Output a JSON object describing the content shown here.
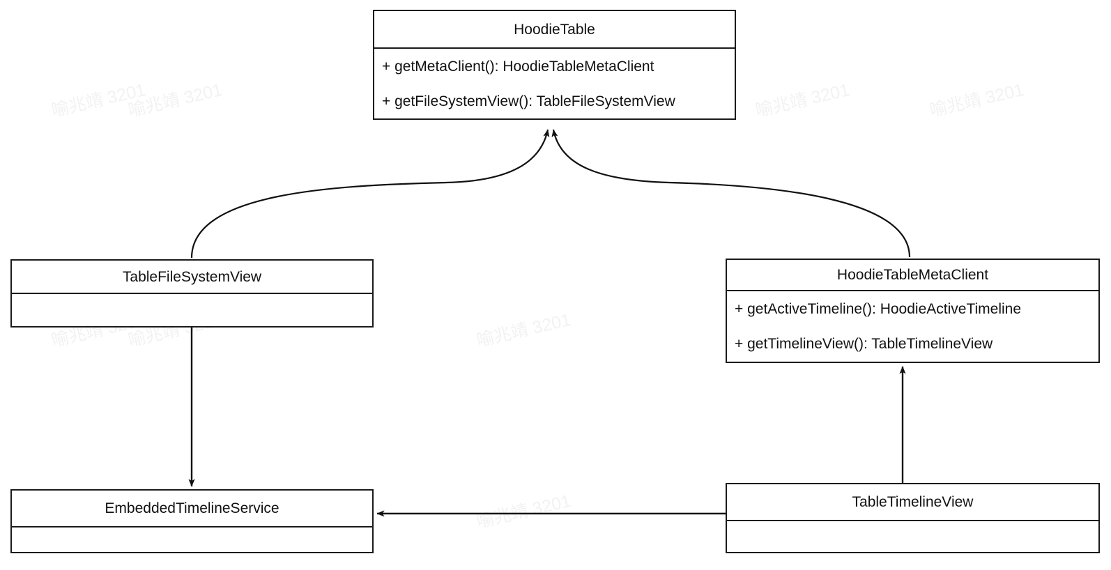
{
  "diagram": {
    "type": "uml-class-diagram",
    "background_color": "#ffffff",
    "line_color": "#1a1a1a",
    "text_color": "#111111",
    "watermark": {
      "text": "喻兆靖 3201",
      "color": "#f2f2f2"
    }
  },
  "classes": [
    {
      "id": "hoodie-table",
      "name": "HoodieTable",
      "members": [
        "+ getMetaClient(): HoodieTableMetaClient",
        "+ getFileSystemView(): TableFileSystemView"
      ]
    },
    {
      "id": "tablefilesystemview",
      "name": "TableFileSystemView",
      "members": []
    },
    {
      "id": "hoodietablemetaclient",
      "name": "HoodieTableMetaClient",
      "members": [
        "+ getActiveTimeline(): HoodieActiveTimeline",
        "+ getTimelineView(): TableTimelineView"
      ]
    },
    {
      "id": "embeddedtimelineservice",
      "name": "EmbeddedTimelineService",
      "members": []
    },
    {
      "id": "tabletimelineview",
      "name": "TableTimelineView",
      "members": []
    }
  ],
  "edges": [
    {
      "id": "edge-tablefilesystemview-to-hoodietable",
      "from": "TableFileSystemView",
      "to": "HoodieTable",
      "style": "curved",
      "arrowhead": "solid-filled"
    },
    {
      "id": "edge-hoodietablemetaclient-to-hoodietable",
      "from": "HoodieTableMetaClient",
      "to": "HoodieTable",
      "style": "curved",
      "arrowhead": "solid-filled"
    },
    {
      "id": "edge-tablefilesystemview-to-embeddedtimelineservice",
      "from": "TableFileSystemView",
      "to": "EmbeddedTimelineService",
      "style": "straight-vertical",
      "arrowhead": "solid-filled"
    },
    {
      "id": "edge-tabletimelineview-to-hoodietablemetaclient",
      "from": "TableTimelineView",
      "to": "HoodieTableMetaClient",
      "style": "straight-vertical",
      "arrowhead": "solid-filled"
    },
    {
      "id": "edge-tabletimelineview-to-embeddedtimelineservice",
      "from": "TableTimelineView",
      "to": "EmbeddedTimelineService",
      "style": "straight-horizontal",
      "arrowhead": "solid-filled"
    }
  ]
}
